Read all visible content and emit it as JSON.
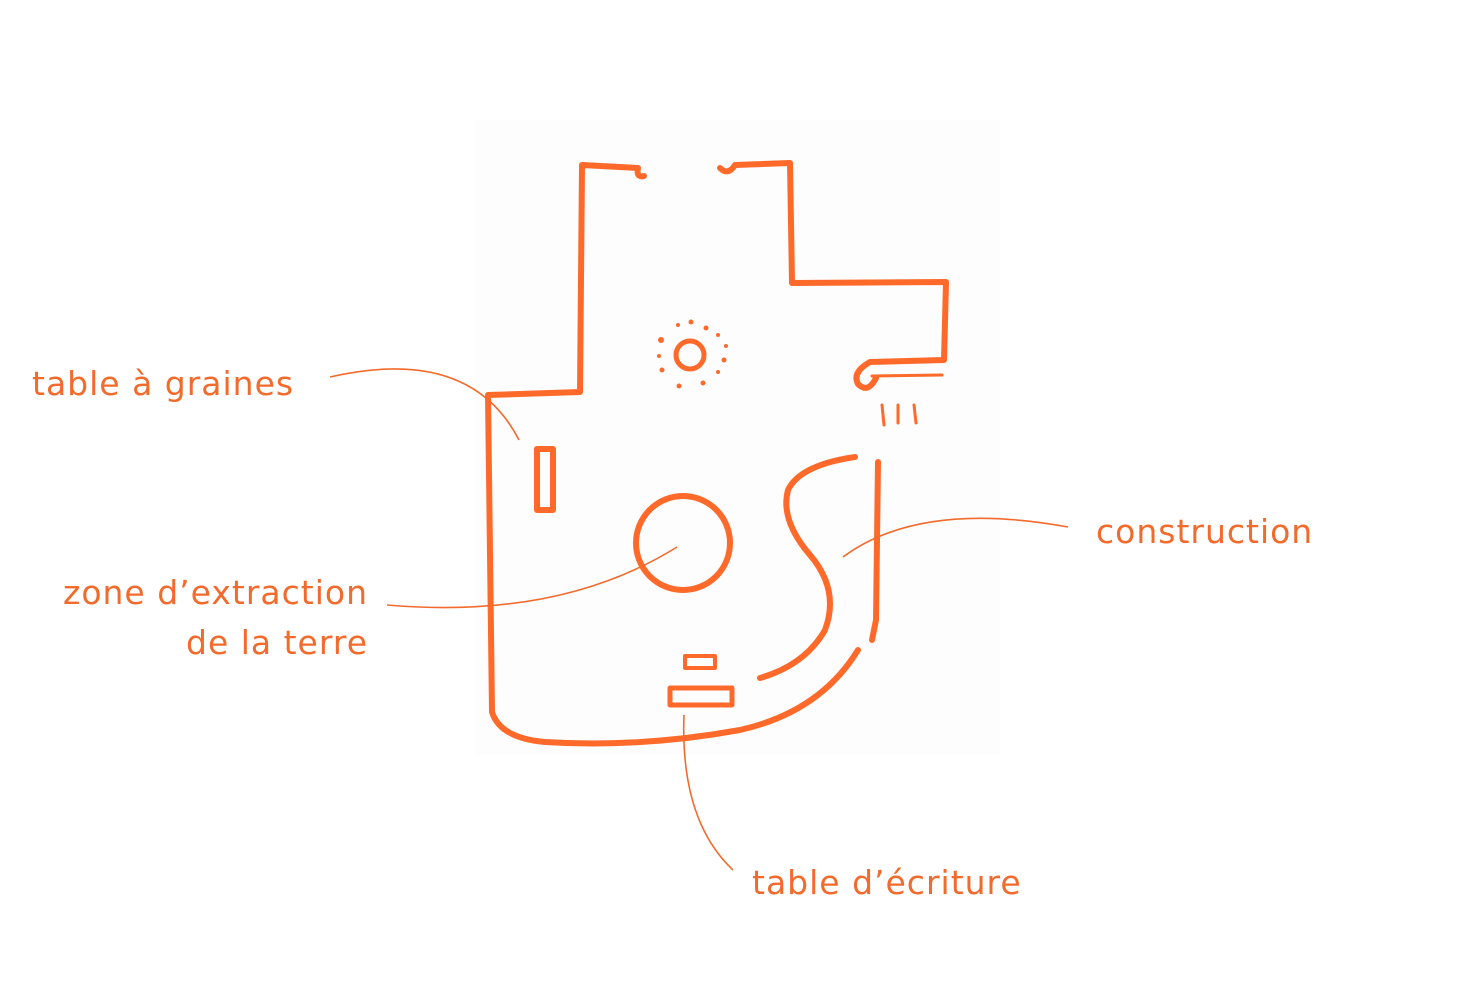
{
  "colors": {
    "stroke": "#FF6A2A",
    "label": "#F26B2D"
  },
  "labels": {
    "seed_table": "table à graines",
    "extraction_line1": "zone d’extraction",
    "extraction_line2": "de la terre",
    "construction": "construction",
    "writing_table": "table d’écriture"
  }
}
